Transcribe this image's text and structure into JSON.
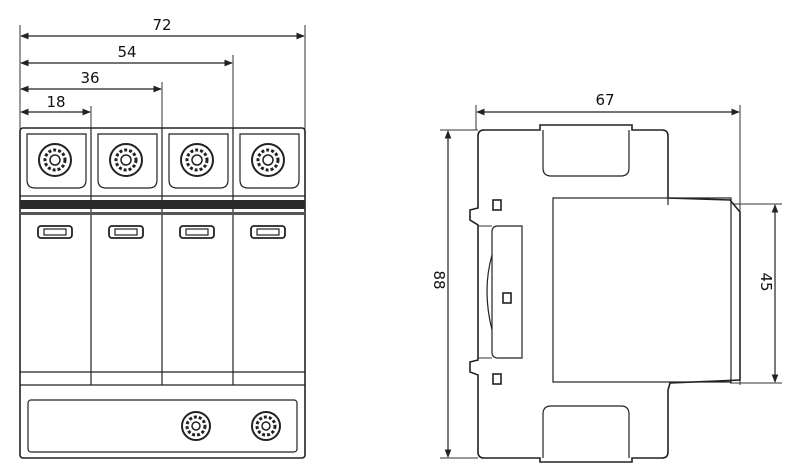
{
  "front_view": {
    "dimensions": {
      "total_width": "72",
      "three_pole_width": "54",
      "two_pole_width": "36",
      "one_pole_width": "18"
    }
  },
  "side_view": {
    "dimensions": {
      "depth": "67",
      "height": "88",
      "front_height": "45"
    }
  }
}
